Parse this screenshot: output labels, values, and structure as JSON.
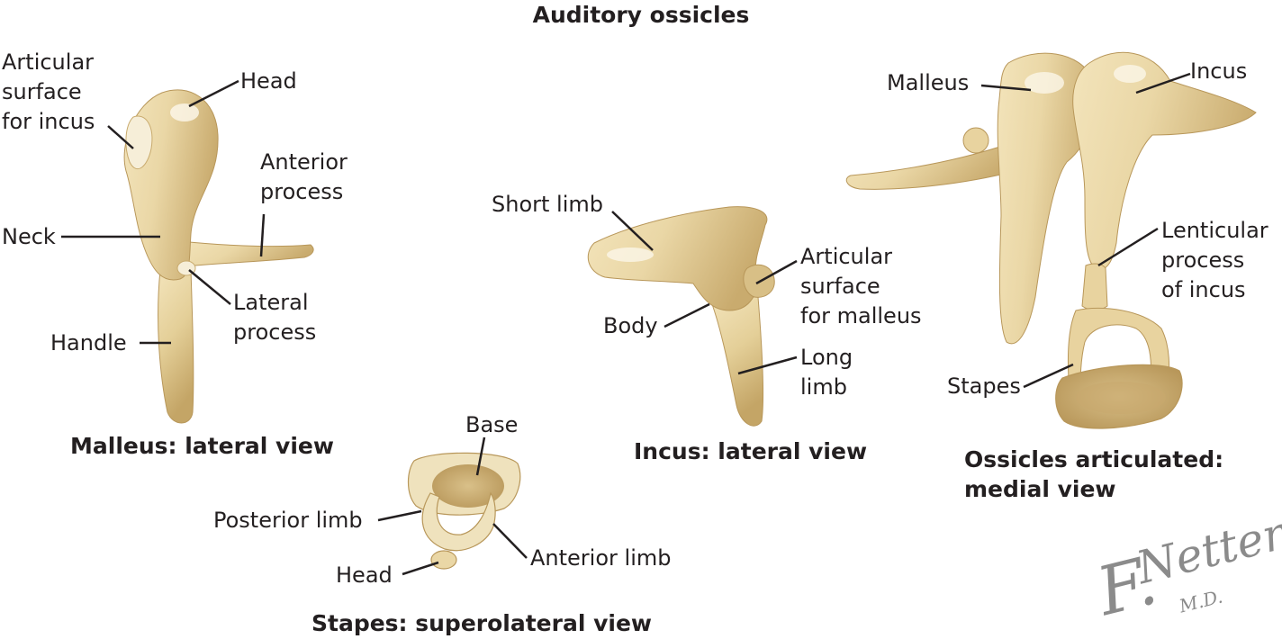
{
  "title": "Auditory ossicles",
  "colors": {
    "bone": "#ead7a6",
    "bone_shadow": "#c9ab6e",
    "bone_light": "#f8f0d8",
    "line": "#231f20"
  },
  "panels": {
    "malleus": {
      "caption": "Malleus: lateral view",
      "labels": {
        "articular_surface": "Articular\nsurface\nfor incus",
        "head": "Head",
        "anterior_process": "Anterior\nprocess",
        "neck": "Neck",
        "lateral_process": "Lateral\nprocess",
        "handle": "Handle"
      }
    },
    "incus": {
      "caption": "Incus: lateral view",
      "labels": {
        "short_limb": "Short limb",
        "articular_surface": "Articular\nsurface\nfor malleus",
        "body": "Body",
        "long_limb": "Long\nlimb"
      }
    },
    "stapes": {
      "caption": "Stapes: superolateral view",
      "labels": {
        "base": "Base",
        "posterior_limb": "Posterior limb",
        "anterior_limb": "Anterior limb",
        "head": "Head"
      }
    },
    "articulated": {
      "caption": "Ossicles articulated:\nmedial view",
      "labels": {
        "malleus": "Malleus",
        "incus": "Incus",
        "lenticular_process": "Lenticular\nprocess\nof incus",
        "stapes": "Stapes"
      }
    }
  },
  "signature": "F. Netter M.D."
}
